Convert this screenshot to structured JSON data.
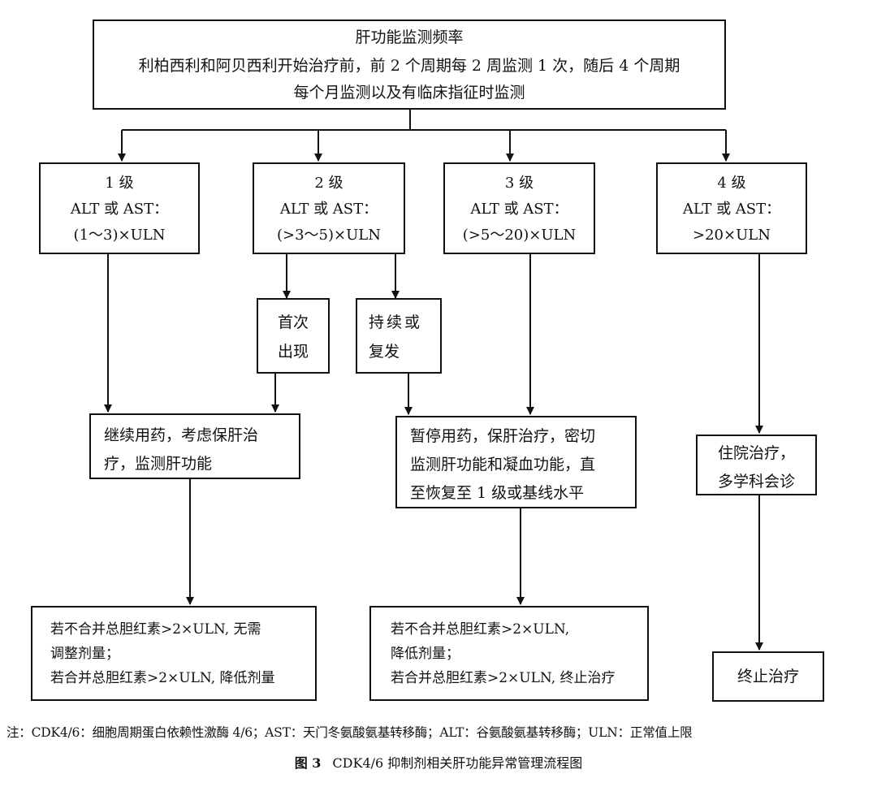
{
  "top_box": {
    "title": "肝功能监测频率",
    "line2": "利柏西利和阿贝西利开始治疗前，前 2 个周期每 2 周监测 1 次，随后 4 个周期",
    "line3": "每个月监测以及有临床指征时监测"
  },
  "grades": [
    {
      "level": "1 级",
      "metric": "ALT 或 AST：",
      "range": "(1～3)×ULN"
    },
    {
      "level": "2 级",
      "metric": "ALT 或 AST：",
      "range": "(>3～5)×ULN"
    },
    {
      "level": "3 级",
      "metric": "ALT 或 AST：",
      "range": "(>5～20)×ULN"
    },
    {
      "level": "4 级",
      "metric": "ALT 或 AST：",
      "range": ">20×ULN"
    }
  ],
  "first_occurrence": {
    "line1": "首次",
    "line2": "出现"
  },
  "persistent": {
    "line1": "持续或",
    "line2": "复发"
  },
  "continue_box": {
    "line1": "继续用药，考虑保肝治",
    "line2": "疗，监测肝功能"
  },
  "pause_box": {
    "line1": "暂停用药，保肝治疗，密切",
    "line2": "监测肝功能和凝血功能，直",
    "line3": "至恢复至 1 级或基线水平"
  },
  "hospital_box": {
    "line1": "住院治疗，",
    "line2": "多学科会诊"
  },
  "outcome_left": {
    "line1": "若不合并总胆红素>2×ULN, 无需",
    "line2": "调整剂量；",
    "line3": "若合并总胆红素>2×ULN, 降低剂量"
  },
  "outcome_mid": {
    "line1": "若不合并总胆红素>2×ULN,",
    "line2": "降低剂量；",
    "line3": "若合并总胆红素>2×ULN, 终止治疗"
  },
  "outcome_right": {
    "line1": "终止治疗"
  },
  "note": "注：CDK4/6：细胞周期蛋白依赖性激酶 4/6；AST：天门冬氨酸氨基转移酶；ALT：谷氨酸氨基转移酶；ULN：正常值上限",
  "caption": {
    "figure_label": "图 3",
    "title": "CDK4/6 抑制剂相关肝功能异常管理流程图"
  }
}
